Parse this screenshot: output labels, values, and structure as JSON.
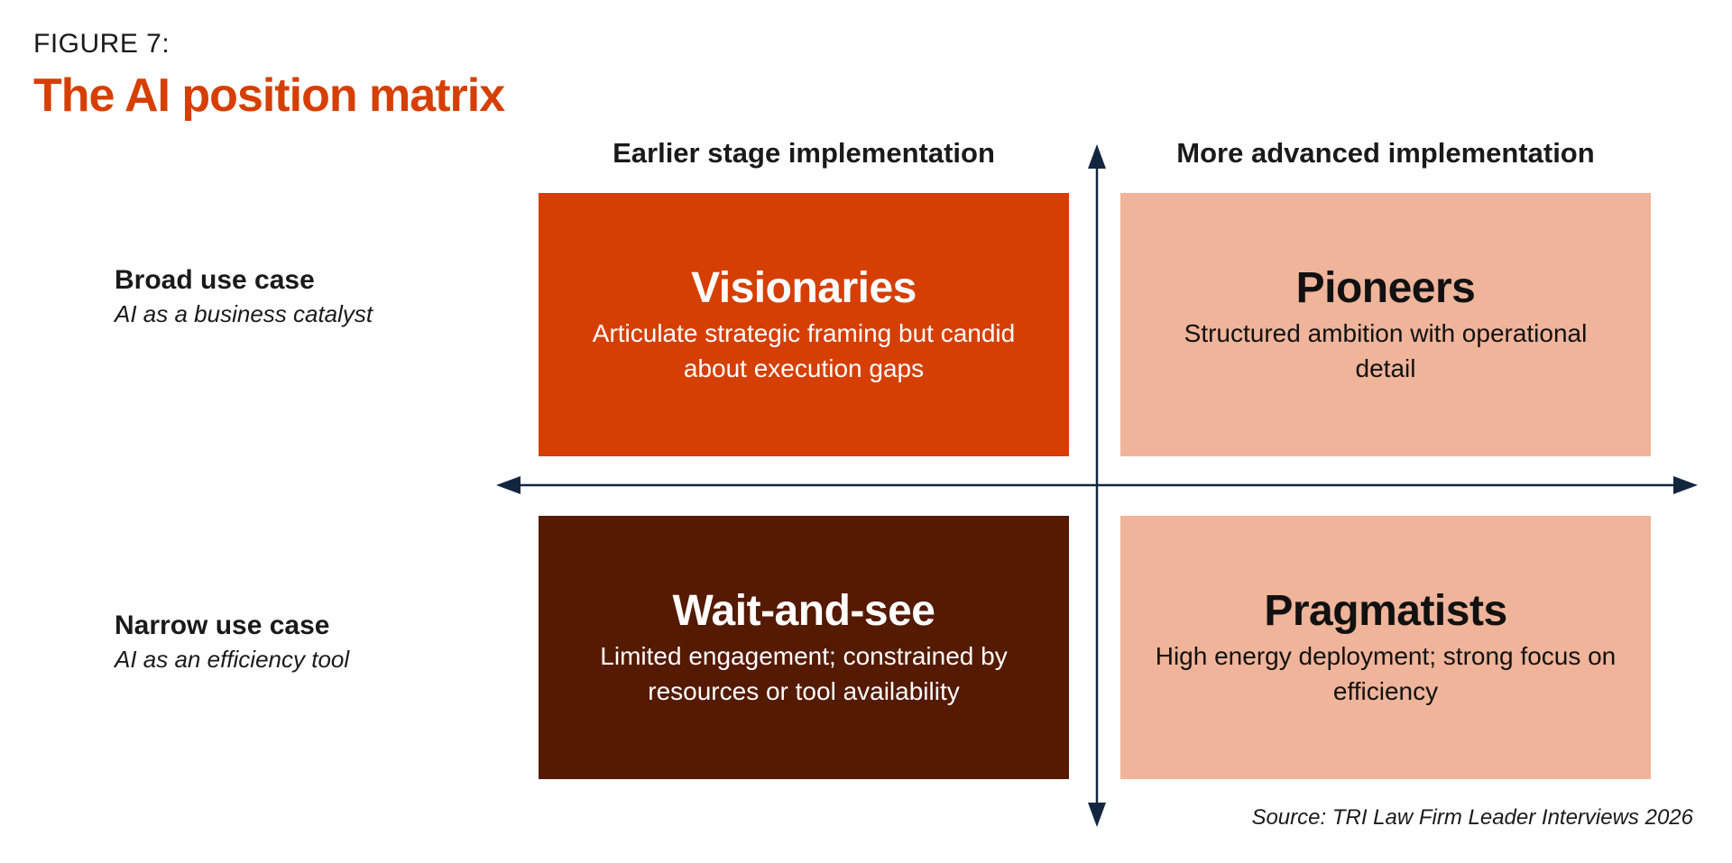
{
  "figure": {
    "label": "FIGURE 7:",
    "title": "The AI position matrix",
    "source": "Source: TRI Law Firm Leader Interviews 2026"
  },
  "columns": {
    "left": "Earlier stage implementation",
    "right": "More advanced implementation"
  },
  "rows": {
    "top": {
      "title": "Broad use case",
      "subtitle": "AI as a business catalyst"
    },
    "bottom": {
      "title": "Narrow use case",
      "subtitle": "AI as an efficiency tool"
    }
  },
  "quadrants": {
    "top_left": {
      "title": "Visionaries",
      "description": "Articulate strategic framing but candid about execution gaps",
      "background": "#D63F03",
      "text_color": "#FFFFFF"
    },
    "top_right": {
      "title": "Pioneers",
      "description": "Structured ambition with operational detail",
      "background": "#EFB49A",
      "text_color": "#111111"
    },
    "bottom_left": {
      "title": "Wait-and-see",
      "description": "Limited engagement; constrained by resources or tool availability",
      "background": "#551A02",
      "text_color": "#FFFFFF"
    },
    "bottom_right": {
      "title": "Pragmatists",
      "description": "High energy deployment; strong focus on efficiency",
      "background": "#EFB49A",
      "text_color": "#111111"
    }
  },
  "colors": {
    "accent": "#D63F03",
    "axis": "#132640"
  }
}
